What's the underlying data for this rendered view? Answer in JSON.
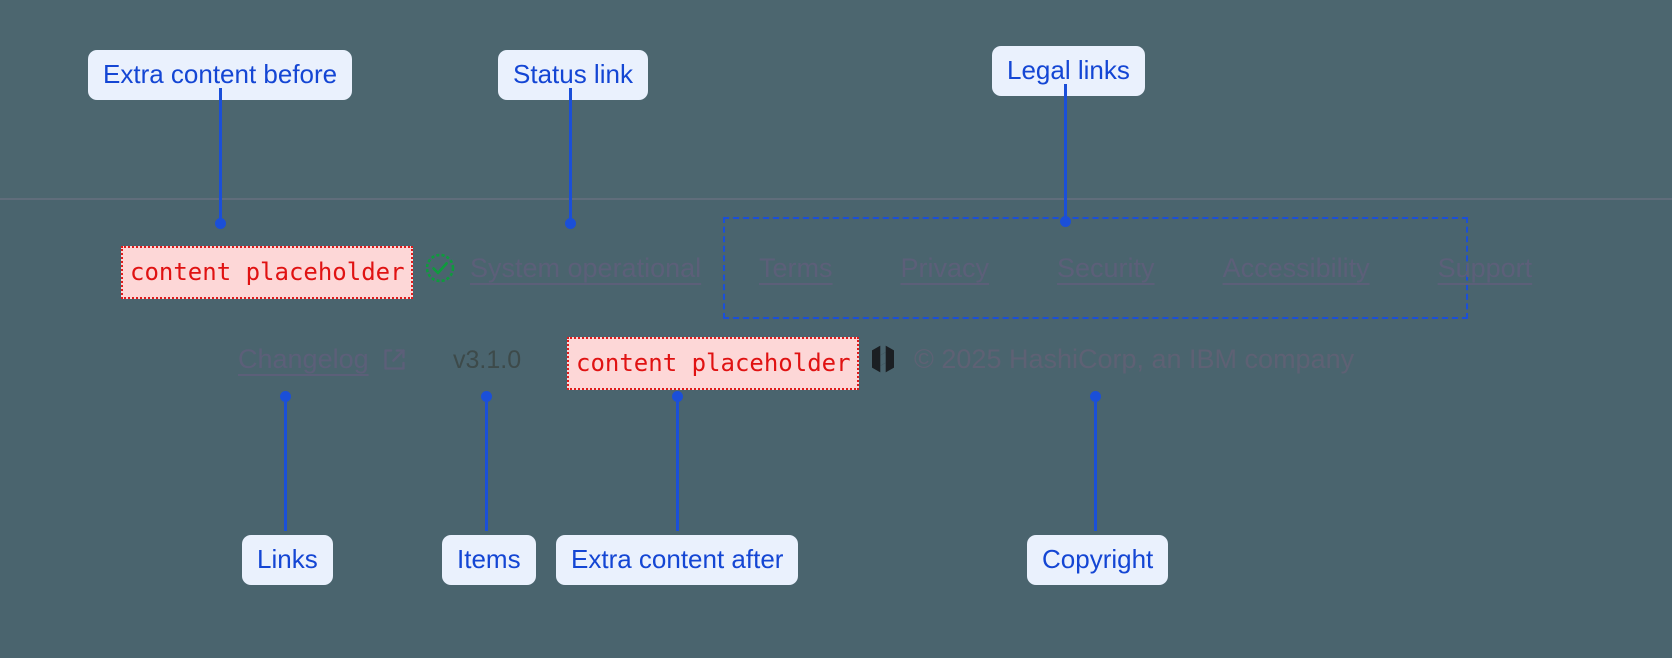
{
  "annotations": {
    "extra_before": "Extra content before",
    "status_link": "Status link",
    "legal_links": "Legal links",
    "links": "Links",
    "items": "Items",
    "extra_after": "Extra content after",
    "copyright": "Copyright"
  },
  "footer": {
    "placeholder_before": "content placeholder",
    "placeholder_after": "content placeholder",
    "status": {
      "icon": "check-circle-icon",
      "label": "System operational"
    },
    "legal": [
      {
        "label": "Terms"
      },
      {
        "label": "Privacy"
      },
      {
        "label": "Security"
      },
      {
        "label": "Accessibility"
      },
      {
        "label": "Support"
      }
    ],
    "changelog": {
      "label": "Changelog",
      "icon": "external-link-icon"
    },
    "version": "v3.1.0",
    "brand": {
      "logo": "hashicorp-logo",
      "copyright": "© 2025 HashiCorp, an IBM company"
    }
  },
  "colors": {
    "background": "#4c666f",
    "footer_background": "#4a646e",
    "annotation_blue": "#1b4fd8",
    "chip_bg": "#eaf1fd",
    "placeholder_red": "#e01212",
    "placeholder_bg": "#fdd7d7",
    "link_gray": "#5c5f79",
    "status_green": "#0e9b3d"
  }
}
